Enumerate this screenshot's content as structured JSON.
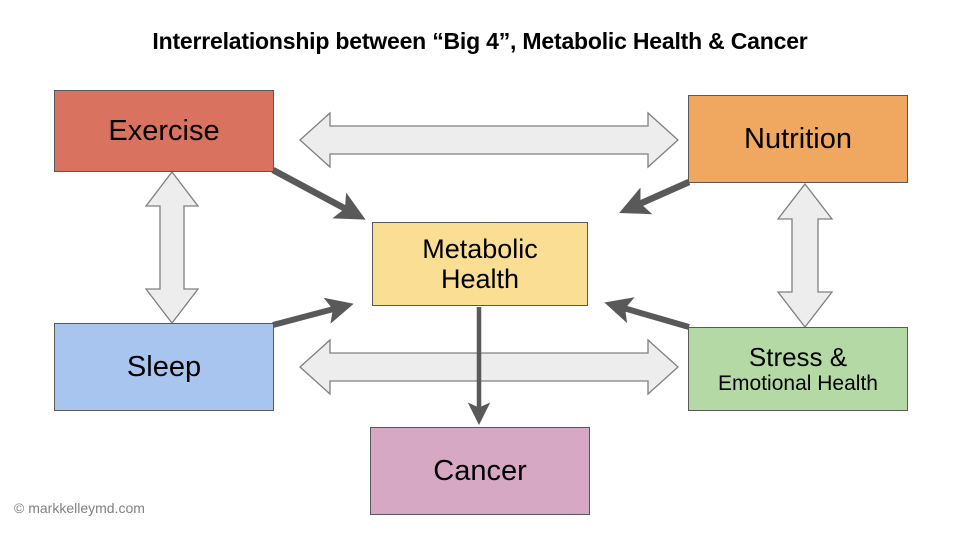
{
  "diagram": {
    "title": "Interrelationship between “Big 4”, Metabolic Health & Cancer",
    "credit": "© markkelleymd.com",
    "nodes": [
      {
        "id": "exercise",
        "label": "Exercise",
        "color": "#D9735F"
      },
      {
        "id": "nutrition",
        "label": "Nutrition",
        "color": "#F0A860"
      },
      {
        "id": "metabolic",
        "line1": "Metabolic",
        "line2": "Health",
        "color": "#FADE94"
      },
      {
        "id": "sleep",
        "label": "Sleep",
        "color": "#A8C5EF"
      },
      {
        "id": "stress",
        "line1": "Stress &",
        "line2": "Emotional Health",
        "color": "#B5D9A5"
      },
      {
        "id": "cancer",
        "label": "Cancer",
        "color": "#D6A8C4"
      }
    ],
    "connectors": [
      {
        "id": "exercise-nutrition",
        "type": "double-block-arrow-horizontal",
        "from": "exercise",
        "to": "nutrition",
        "fill": "#EDEDED",
        "stroke": "#808080"
      },
      {
        "id": "exercise-sleep",
        "type": "double-block-arrow-vertical",
        "from": "exercise",
        "to": "sleep",
        "fill": "#EDEDED",
        "stroke": "#808080"
      },
      {
        "id": "nutrition-stress",
        "type": "double-block-arrow-vertical",
        "from": "nutrition",
        "to": "stress",
        "fill": "#EDEDED",
        "stroke": "#808080"
      },
      {
        "id": "sleep-stress",
        "type": "double-block-arrow-horizontal",
        "from": "sleep",
        "to": "stress",
        "fill": "#EDEDED",
        "stroke": "#808080"
      },
      {
        "id": "exercise-metabolic",
        "type": "single-arrow-diagonal",
        "from": "exercise",
        "to": "metabolic",
        "color": "#595959"
      },
      {
        "id": "nutrition-metabolic",
        "type": "single-arrow-diagonal",
        "from": "nutrition",
        "to": "metabolic",
        "color": "#595959"
      },
      {
        "id": "sleep-metabolic",
        "type": "single-arrow-diagonal",
        "from": "sleep",
        "to": "metabolic",
        "color": "#595959"
      },
      {
        "id": "stress-metabolic",
        "type": "single-arrow-diagonal",
        "from": "stress",
        "to": "metabolic",
        "color": "#595959"
      },
      {
        "id": "metabolic-cancer",
        "type": "single-arrow-vertical",
        "from": "metabolic",
        "to": "cancer",
        "color": "#595959"
      }
    ]
  }
}
